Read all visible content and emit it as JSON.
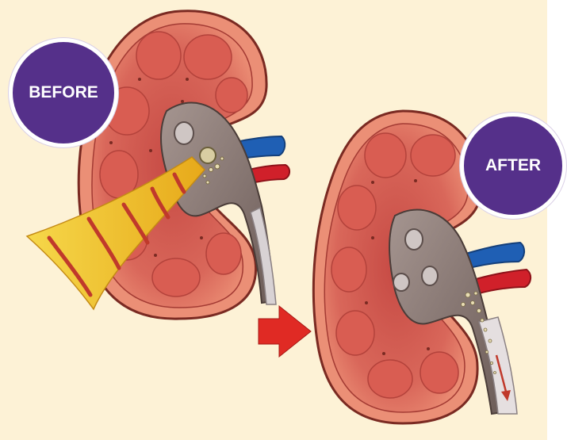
{
  "labels": {
    "before": "BEFORE",
    "after": "AFTER"
  },
  "colors": {
    "background": "#fdf2d6",
    "badge": "#55308a",
    "kidney_outer": "#e8856b",
    "kidney_inner": "#d55a4e",
    "vein": "#1f5fb4",
    "artery": "#d0202a",
    "arrow": "#e02a24",
    "shockwave": "#f2c21a"
  },
  "icons": [
    "kidney-before",
    "kidney-after",
    "shockwave-beam",
    "kidney-stone",
    "stone-fragments",
    "right-arrow"
  ]
}
